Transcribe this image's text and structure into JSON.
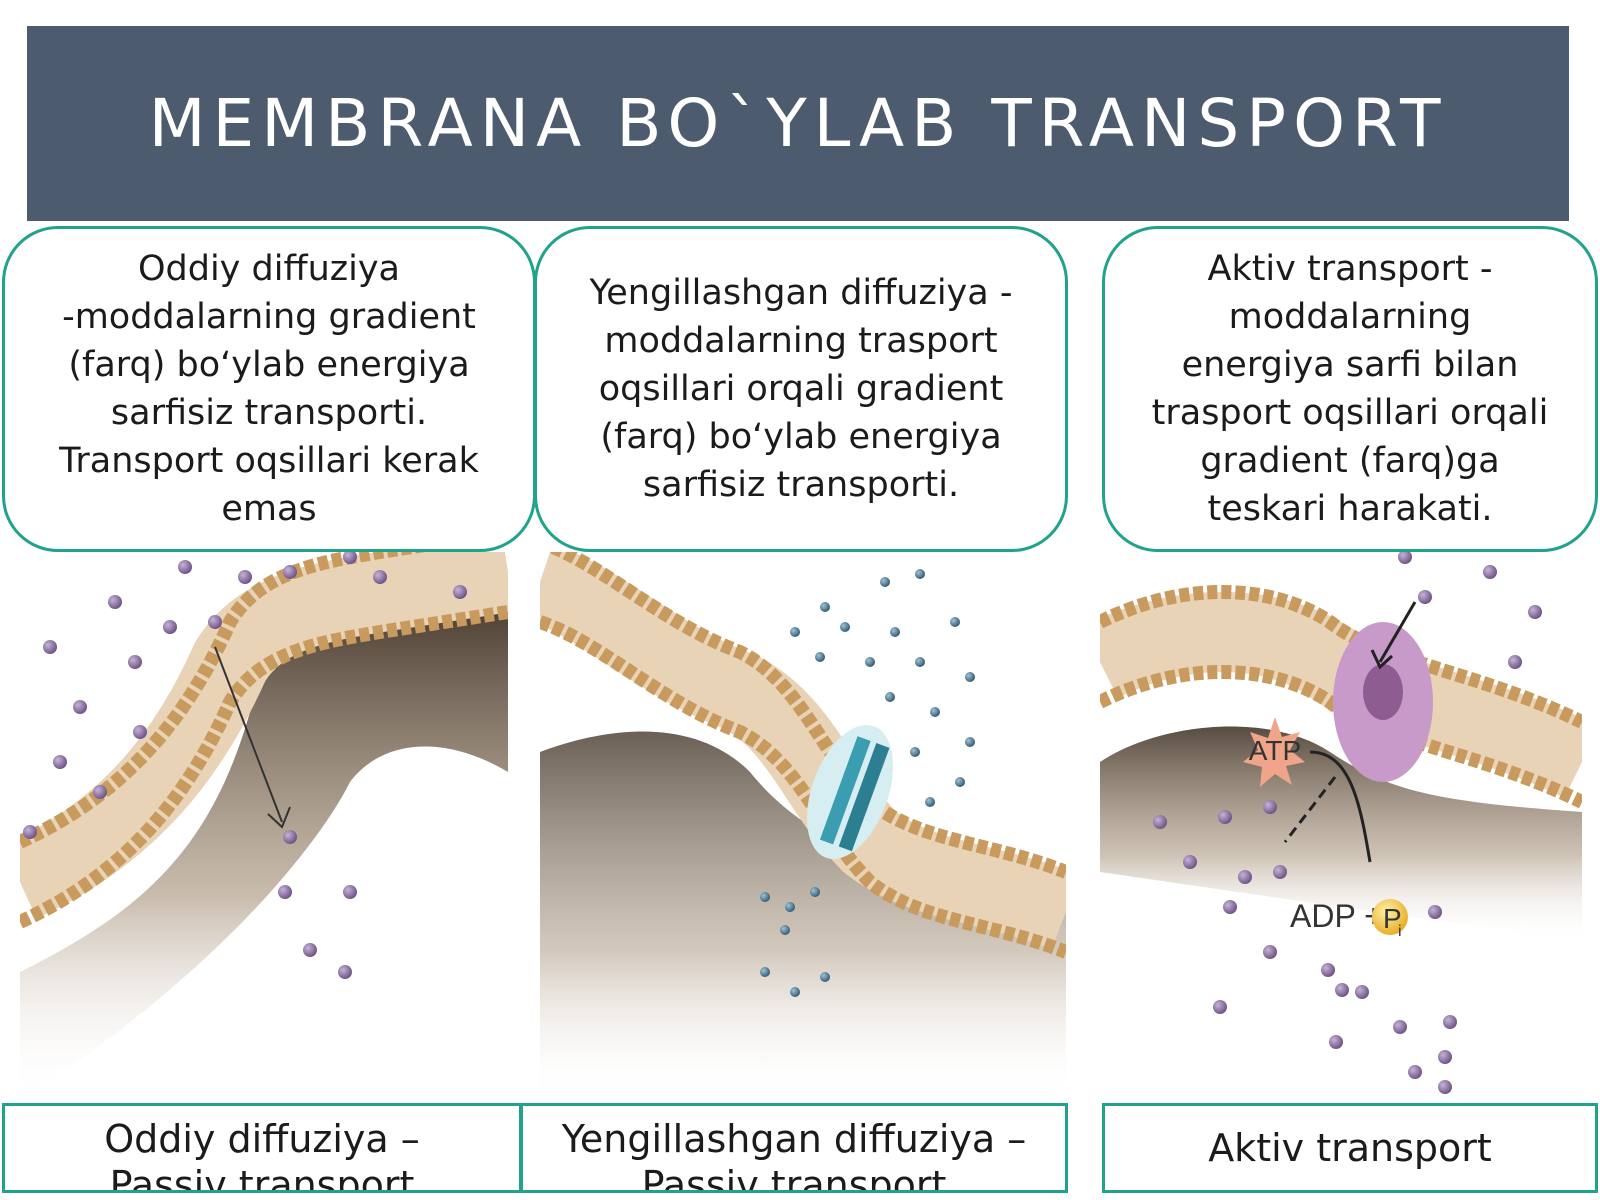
{
  "title": "MEMBRANA BO`YLAB TRANSPORT",
  "descriptions": [
    {
      "lines": [
        "Oddiy diffuziya",
        "-moddalarning gradient",
        "(farq) bo‘ylab energiya",
        "sarfisiz transporti.",
        "Transport oqsillari kerak",
        "emas"
      ]
    },
    {
      "lines": [
        "Yengillashgan diffuziya  -",
        "moddalarning trasport",
        "oqsillari orqali gradient",
        "(farq) bo‘ylab energiya",
        "sarfisiz transporti."
      ]
    },
    {
      "lines": [
        "Aktiv transport -",
        "moddalarning",
        "energiya sarfi bilan",
        "trasport oqsillari orqali",
        "gradient (farq)ga",
        "teskari harakati."
      ]
    }
  ],
  "captions": [
    {
      "lines": [
        "Oddiy diffuziya –",
        "Passiv transport"
      ]
    },
    {
      "lines": [
        "Yengillashgan diffuziya –",
        "Passiv transport"
      ]
    },
    {
      "lines": [
        "Aktiv transport"
      ]
    }
  ],
  "diagram_labels": {
    "atp": "ATP",
    "adp": "ADP +",
    "pi": "P",
    "pi_sub": "i"
  },
  "colors": {
    "title_bg": "#4d5b6e",
    "border": "#20a38a",
    "membrane_head": "#c99a5e",
    "membrane_tail": "#e8d3b6",
    "molecule_purple": "#8a6fa0",
    "molecule_blue": "#3f6f8a",
    "channel": "#3a9db0",
    "pump": "#c79ac9",
    "atp": "#f0a58a",
    "pi": "#f5c84a"
  }
}
